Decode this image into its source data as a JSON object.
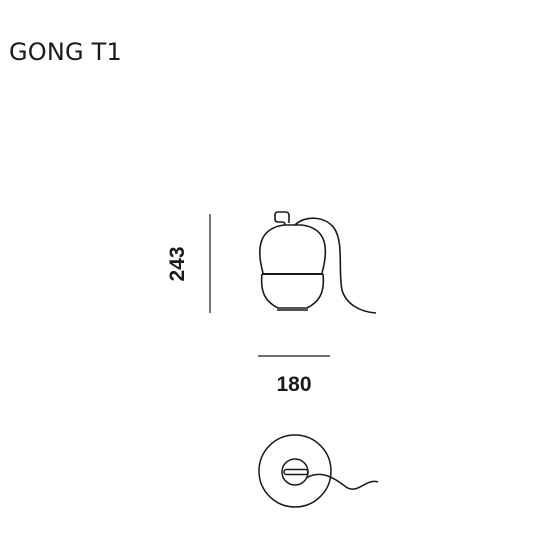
{
  "product": {
    "title": "GONG T1"
  },
  "dimensions": {
    "height_mm": "243",
    "diameter_mm": "180"
  },
  "colors": {
    "line": "#1a1a1a",
    "background": "#ffffff"
  }
}
